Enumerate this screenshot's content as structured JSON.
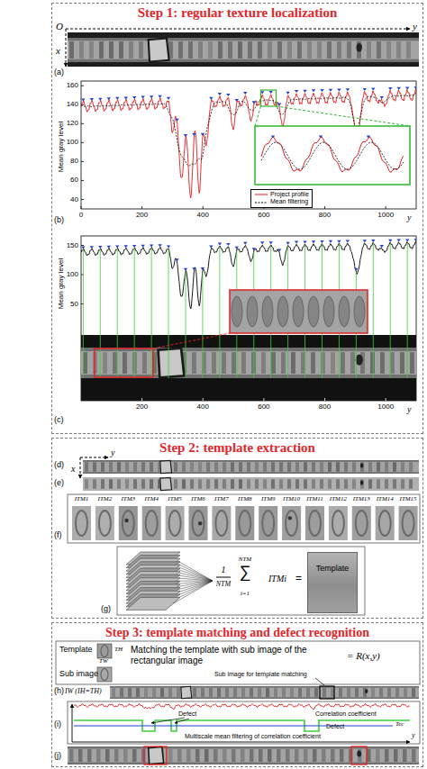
{
  "diagram": {
    "nodes": [
      {
        "text": [
          "Step 1: regular texture localization"
        ]
      },
      {
        "text": [
          "Step 2: template extraction"
        ]
      },
      {
        "text": [
          "Template"
        ],
        "in": 1
      },
      {
        "text": [
          "Step 3: template matching and defect recognition"
        ]
      }
    ],
    "labels": [
      "O",
      "y",
      "x",
      "(a)",
      "Mean gray level",
      "160",
      "140",
      "120",
      "100",
      "80",
      "60",
      "40",
      "0",
      "200",
      "400",
      "600",
      "800",
      "1000",
      "y",
      "(b)",
      "Mean gray level",
      "150",
      "100",
      "50",
      "200",
      "400",
      "600",
      "800",
      "1000",
      "y",
      "(c)",
      "y",
      "(d)",
      "x",
      "(e)",
      "ITM1",
      "ITM2",
      "ITM3",
      "ITM4",
      "ITM5",
      "ITM6",
      "ITM7",
      "ITM8",
      "ITM9",
      "ITM10",
      "ITM11",
      "ITM12",
      "ITM13",
      "ITM14",
      "ITM15",
      "(f)",
      "1",
      "NTM",
      "NTM",
      "∑",
      "i=1",
      "ITMi",
      "=",
      "(g)",
      "Template",
      "TH",
      "TW",
      "Sub image",
      "Matching the template with sub image of the rectangular image",
      "= R(x,y)",
      "Sub image for template matching",
      "(h)",
      "IW (IH=TH)",
      "Defect",
      "Correlation coefficient",
      "Defect",
      "Tec",
      "Multiscale mean filtering of correlation coefficient",
      "y",
      "(i)",
      "(j)"
    ],
    "legend": [
      {
        "text": "Project profile"
      },
      {
        "text": "Mean filtering"
      }
    ]
  }
}
